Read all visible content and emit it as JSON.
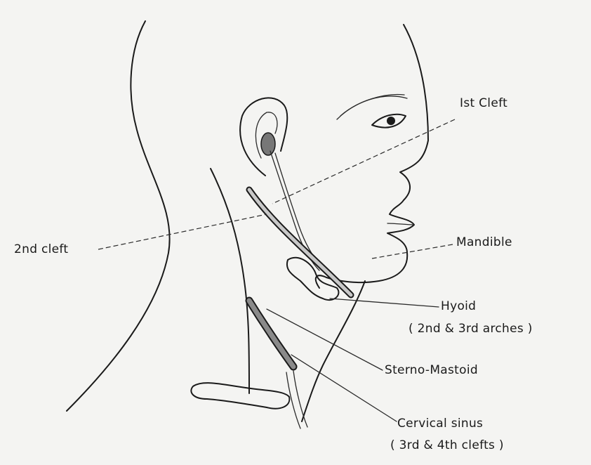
{
  "labels": {
    "first_cleft": "Ist Cleft",
    "second_cleft": "2nd cleft",
    "mandible": "Mandible",
    "hyoid": "Hyoid",
    "hyoid_note": "( 2nd & 3rd arches )",
    "sterno_mastoid": "Sterno-Mastoid",
    "cervical_sinus": "Cervical sinus",
    "cervical_sinus_note": "( 3rd & 4th clefts )"
  }
}
